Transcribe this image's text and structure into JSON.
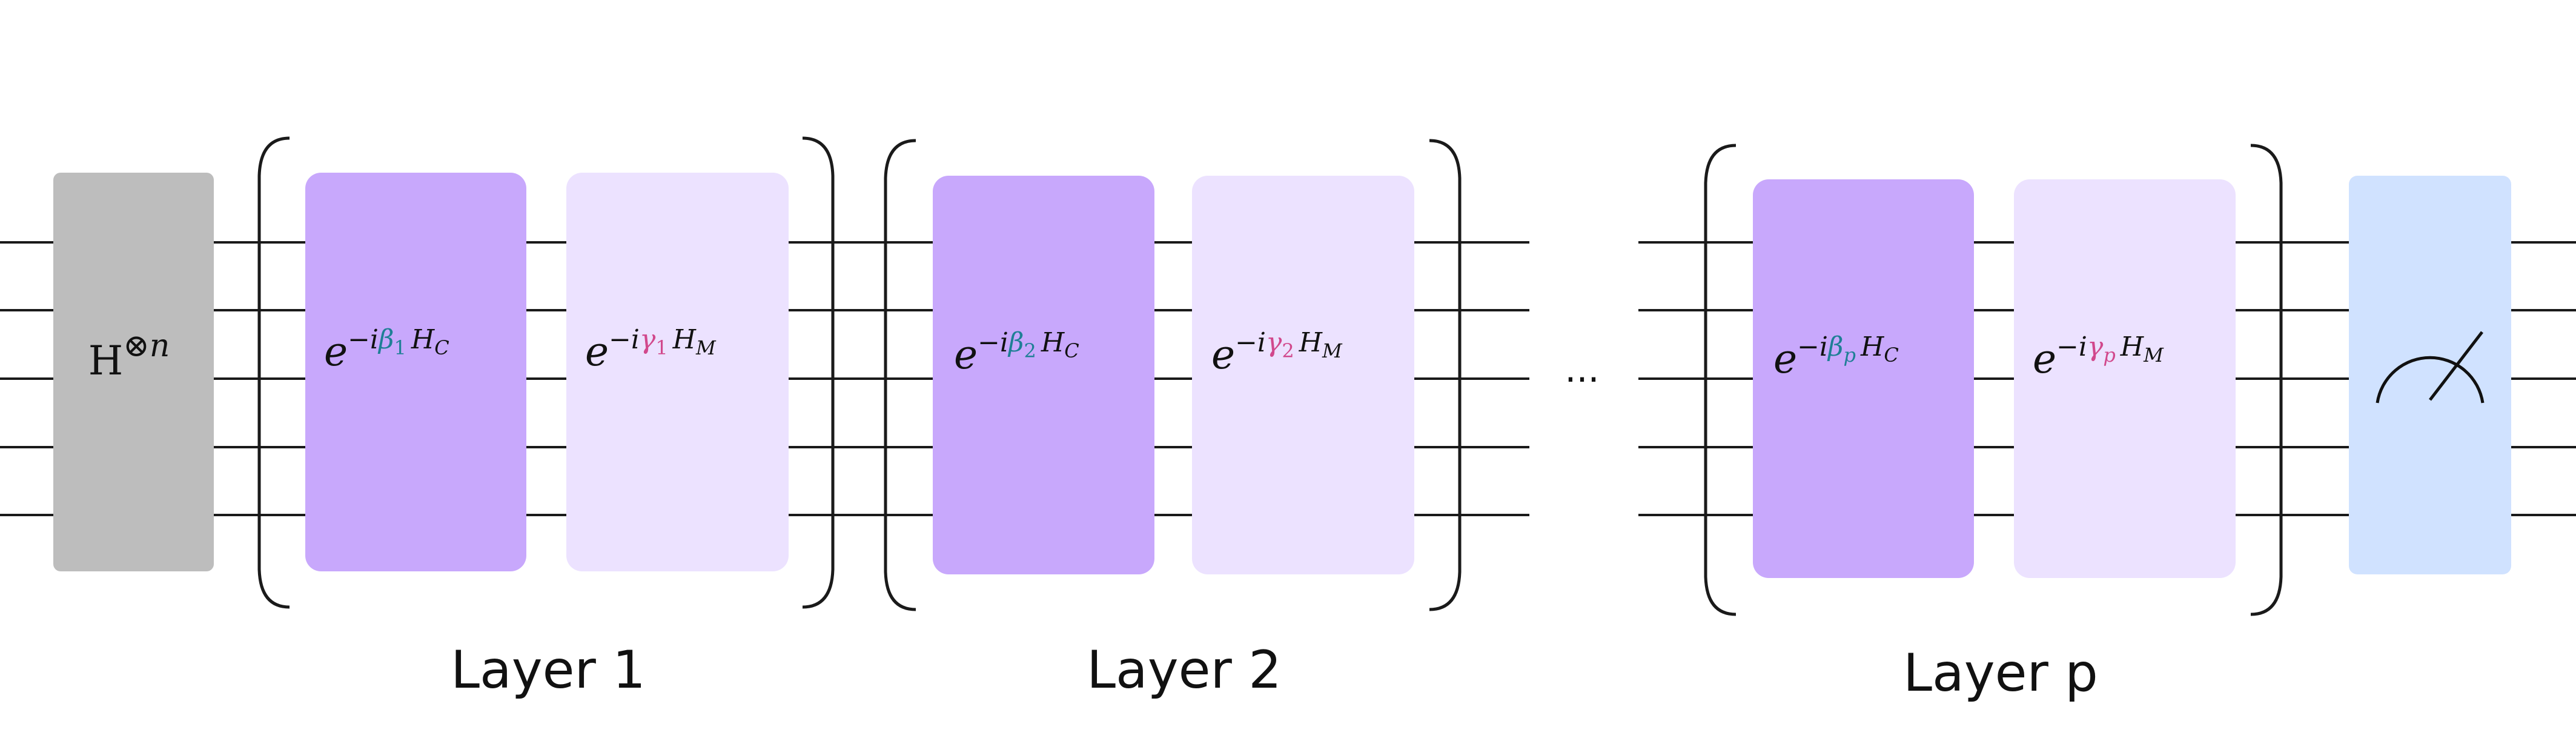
{
  "colors": {
    "background": "#ffffff",
    "wire": "#1a1a1a",
    "hadamard_box": "#bdbdbd",
    "cost_box": "#c8a8fc",
    "mixer_box": "#ece2ff",
    "measure_box": "#d0e2ff",
    "beta": "#1f7f96",
    "gamma": "#d1488c",
    "text": "#111111"
  },
  "initial_gate": {
    "base": "H",
    "superscript": "⊗n"
  },
  "layers": [
    {
      "label": "Layer 1",
      "cost_gate": {
        "base": "e",
        "exp_prefix": "−i",
        "param": "β",
        "param_sub": "1",
        "hamiltonian": "H",
        "ham_sub": "C"
      },
      "mixer_gate": {
        "base": "e",
        "exp_prefix": "−i",
        "param": "γ",
        "param_sub": "1",
        "hamiltonian": "H",
        "ham_sub": "M"
      }
    },
    {
      "label": "Layer 2",
      "cost_gate": {
        "base": "e",
        "exp_prefix": "−i",
        "param": "β",
        "param_sub": "2",
        "hamiltonian": "H",
        "ham_sub": "C"
      },
      "mixer_gate": {
        "base": "e",
        "exp_prefix": "−i",
        "param": "γ",
        "param_sub": "2",
        "hamiltonian": "H",
        "ham_sub": "M"
      }
    },
    {
      "label": "Layer p",
      "cost_gate": {
        "base": "e",
        "exp_prefix": "−i",
        "param": "β",
        "param_sub": "p",
        "hamiltonian": "H",
        "ham_sub": "C"
      },
      "mixer_gate": {
        "base": "e",
        "exp_prefix": "−i",
        "param": "γ",
        "param_sub": "p",
        "hamiltonian": "H",
        "ham_sub": "M"
      }
    }
  ],
  "ellipsis": "...",
  "measurement": {
    "icon": "meter-icon"
  }
}
